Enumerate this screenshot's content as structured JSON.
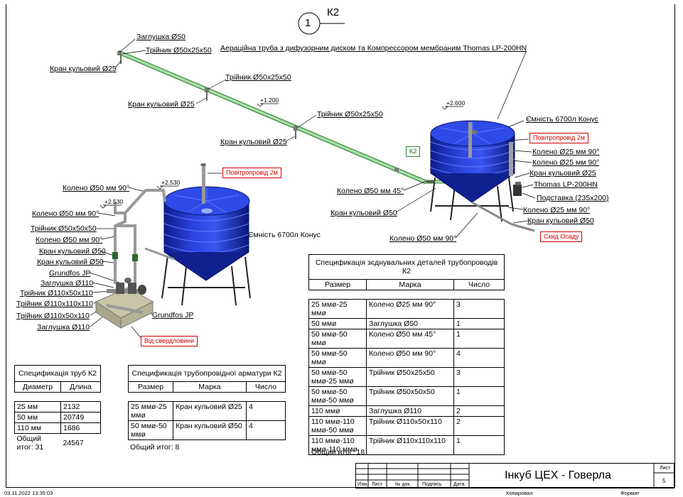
{
  "sheet": {
    "view_number": "1",
    "view_name": "К2",
    "title": "Аераційна труба з дифузорним диском та Компрессором мембраним Thomas LP-200HN"
  },
  "elevations": [
    "+1.200",
    "+2.600",
    "+2.530",
    "+2.530"
  ],
  "labels": {
    "zaglushka50": "Заглушка Ø50",
    "triynyk50_1": "Трійник Ø50x25x50",
    "kran25_1": "Кран кульовий Ø25",
    "triynyk50_2": "Трійник Ø50x25x50",
    "kran25_2": "Кран кульовий Ø25",
    "triynyk50_3": "Трійник Ø50x25x50",
    "kran25_3": "Кран кульовий Ø25",
    "k2_tag": "К2",
    "tank_right": "Ємність 6700л Конус",
    "koleno25_1": "Колено Ø25 мм 90°",
    "koleno25_2": "Колено Ø25 мм 90°",
    "kran25_4": "Кран кульовий Ø25",
    "thomas": "Thomas LP-200HN",
    "pidstavka": "Подставка (235x200)",
    "koleno25_3": "Колено Ø25 мм 90°",
    "kran50_right": "Кран кульовий Ø50",
    "koleno50_45": "Колено Ø50 мм 45°",
    "kran50_mid": "Кран кульовий Ø50",
    "koleno50_90_mid": "Колено Ø50 мм 90°",
    "koleno50_90_top": "Колено Ø50 мм 90°",
    "koleno50_90_left": "Колено Ø50 мм 90°",
    "triynyk505050": "Трійник Ø50x50x50",
    "koleno50_90_left2": "Колено Ø50 мм 90°",
    "kran50_l1": "Кран кульовий Ø50",
    "kran50_l2": "Кран кульовий Ø50",
    "grundfos1": "Grundfos JP",
    "zaglushka110_1": "Заглушка Ø110",
    "triynyk110_50_1": "Трійник Ø110x50x110",
    "triynyk110_110": "Трійник Ø110x110x110",
    "triynyk110_50_2": "Трійник Ø110x50x110",
    "zaglushka110_2": "Заглушка Ø110",
    "grundfos2": "Grundfos JP",
    "tank_left": "Ємність 6700л Конус"
  },
  "red_notes": {
    "air_right": "Повітропровід 2м",
    "air_left": "Повітропровід 2м",
    "drain": "Скид Осаду",
    "well": "Від свердловини"
  },
  "spec_fittings": {
    "title": "Спецификація зєднувальних деталей трубопроводів К2",
    "headers": [
      "Размер",
      "Марка",
      "Число"
    ],
    "rows": [
      [
        "25 ммø-25 ммø",
        "Колено Ø25 мм 90°",
        "3"
      ],
      [
        "50 ммø",
        "Заглушка Ø50",
        "1"
      ],
      [
        "50 ммø-50 ммø",
        "Колено Ø50 мм 45°",
        "1"
      ],
      [
        "50 ммø-50 ммø",
        "Колено Ø50 мм 90°",
        "4"
      ],
      [
        "50 ммø-50 ммø-25 ммø",
        "Трійник Ø50x25x50",
        "3"
      ],
      [
        "50 ммø-50 ммø-50 ммø",
        "Трійник Ø50x50x50",
        "1"
      ],
      [
        "110 ммø",
        "Заглушка Ø110",
        "2"
      ],
      [
        "110 ммø-110 ммø-50 ммø",
        "Трійник Ø110x50x110",
        "2"
      ],
      [
        "110 ммø-110 ммø-110 ммø",
        "Трійник Ø110x110x110",
        "1"
      ]
    ],
    "total": "Общий итог: 18"
  },
  "spec_pipes": {
    "title": "Спецификація труб К2",
    "headers": [
      "Диаметр",
      "Длина"
    ],
    "rows": [
      [
        "25 мм",
        "2132"
      ],
      [
        "50 мм",
        "20749"
      ],
      [
        "110 мм",
        "1686"
      ],
      [
        "Общий итог: 31",
        "24567"
      ]
    ]
  },
  "spec_valves": {
    "title": "Спецификація трубопровідної арматури К2",
    "headers": [
      "Размер",
      "Марка",
      "Число"
    ],
    "rows": [
      [
        "25 ммø-25 ммø",
        "Кран кульовий Ø25",
        "4"
      ],
      [
        "50 ммø-50 ммø",
        "Кран кульовий Ø50",
        "4"
      ]
    ],
    "total": "Общий итог: 8"
  },
  "title_block": {
    "columns": [
      "Изм.",
      "Лист",
      "№ док.",
      "Подпись",
      "Дата"
    ],
    "project": "Інкуб ЦЕХ - Говерла",
    "sheet_label": "Лист",
    "sheet_number": "5"
  },
  "footer": {
    "timestamp": "03.11.2022 13:35:03",
    "copied": "Копировал",
    "format": "Формат"
  },
  "colors": {
    "tank_blue": "#1f35c9",
    "pipe_green": "#8fcf8f",
    "note_red": "#d00000"
  }
}
